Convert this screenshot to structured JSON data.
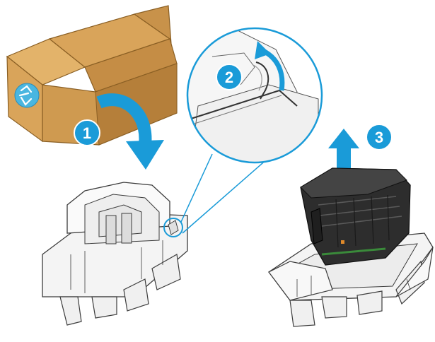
{
  "steps": [
    {
      "number": "1"
    },
    {
      "number": "2"
    },
    {
      "number": "3"
    }
  ],
  "colors": {
    "accent": "#1a9bd8",
    "accent_dark": "#0d7fb8",
    "cardboard": "#d9a45a",
    "cardboard_dark": "#b57f3a",
    "tray": "#f4f4f4",
    "tray_line": "#3c3c3c",
    "cartridge": "#2d2d2d",
    "cartridge_light": "#5a5a5a",
    "recycle": "#49b6e0"
  },
  "icons": {
    "recycle": "recycle-icon",
    "arrow_down": "curved-arrow-down-icon",
    "arrow_up": "arrow-up-icon",
    "arrow_curve": "curved-arrow-icon"
  }
}
